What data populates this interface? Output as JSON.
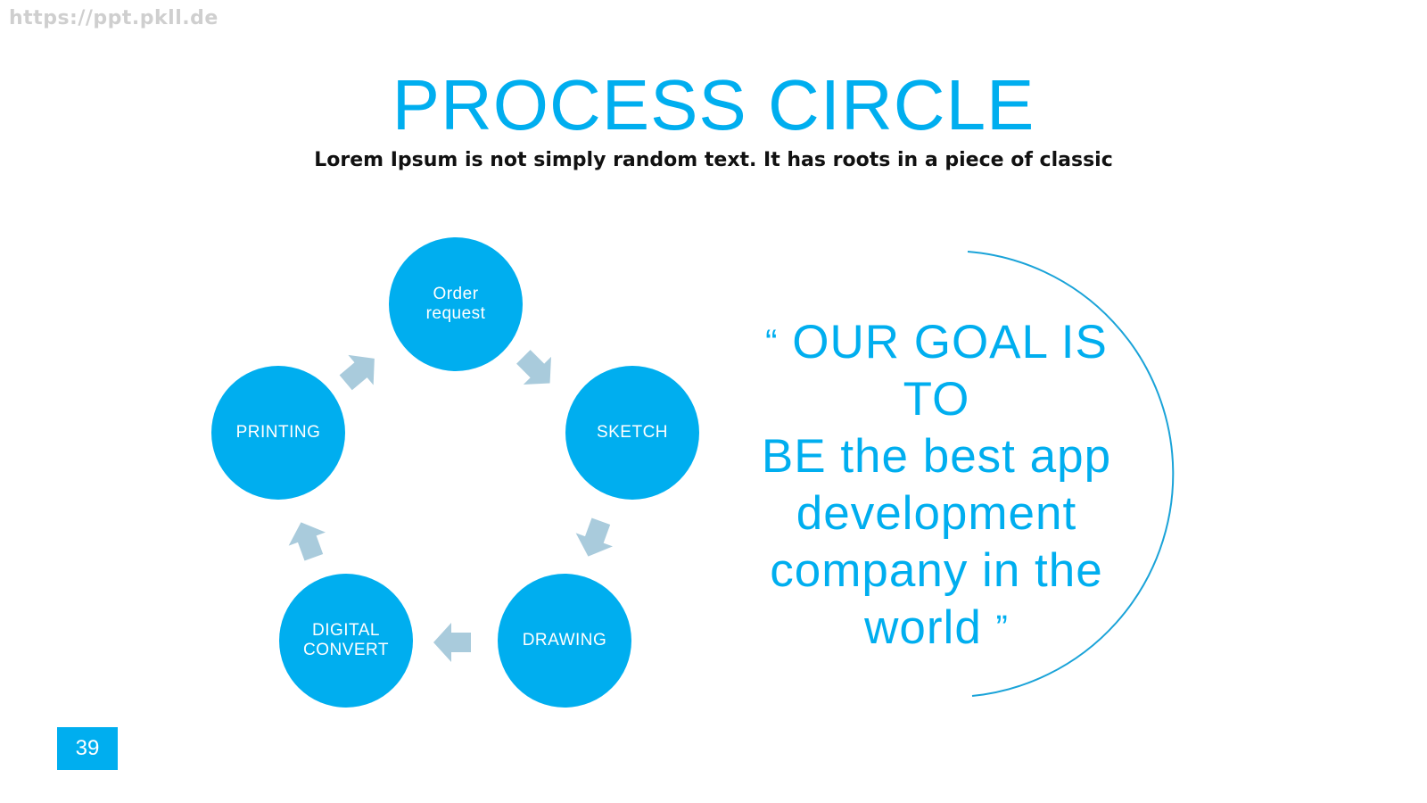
{
  "watermark": "https://ppt.pkll.de",
  "slide": {
    "title": "PROCESS CIRCLE",
    "subtitle": "Lorem Ipsum is not simply random text. It has roots in a piece of classic",
    "page_number": "39"
  },
  "process": {
    "nodes": [
      {
        "label": "Order\nrequest"
      },
      {
        "label": "SKETCH"
      },
      {
        "label": "DRAWING"
      },
      {
        "label": "DIGITAL\nCONVERT"
      },
      {
        "label": "PRINTING"
      }
    ]
  },
  "quote": {
    "open_mark": "“",
    "lines": [
      "OUR GOAL IS",
      "TO",
      "BE the best app",
      "development",
      "company in the",
      "world"
    ],
    "close_mark": "”"
  },
  "colors": {
    "accent": "#00aeef",
    "arrow": "#a9cbdc",
    "arc": "#1aa3d8"
  }
}
